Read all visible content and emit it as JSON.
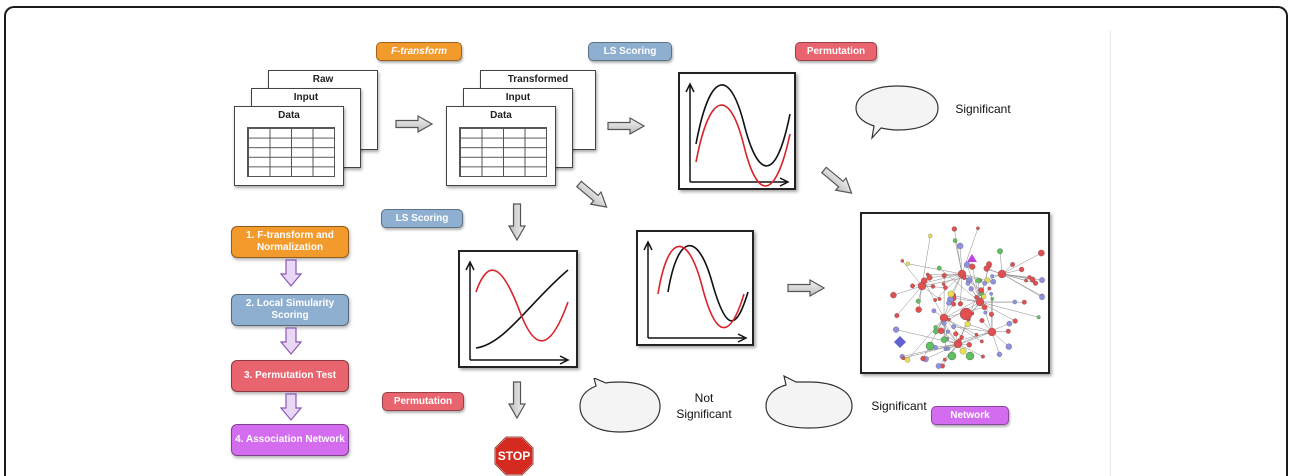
{
  "pills": {
    "f_transform": "F-transform",
    "ls_scoring_top": "LS Scoring",
    "permutation_top": "Permutation",
    "ls_scoring_mid": "LS Scoring",
    "permutation_bottom": "Permutation",
    "network": "Network"
  },
  "steps": [
    {
      "label": "1. F-transform and Normalization"
    },
    {
      "label": "2. Local Simularity Scoring"
    },
    {
      "label": "3. Permutation Test"
    },
    {
      "label": "4. Association Network"
    }
  ],
  "stacks": {
    "raw": [
      "Raw",
      "Input",
      "Data"
    ],
    "transformed": [
      "Transformed",
      "Input",
      "Data"
    ]
  },
  "bubbles": {
    "significant_top": "Significant",
    "not_significant": [
      "Not",
      "Significant"
    ],
    "significant_bottom": "Significant"
  },
  "stop_sign": "STOP",
  "colors": {
    "orange": "#f39a2c",
    "blue": "#8eafd0",
    "red": "#e8646e",
    "magenta": "#d46cf0",
    "curve_black": "#111111",
    "curve_red": "#d8232a"
  }
}
